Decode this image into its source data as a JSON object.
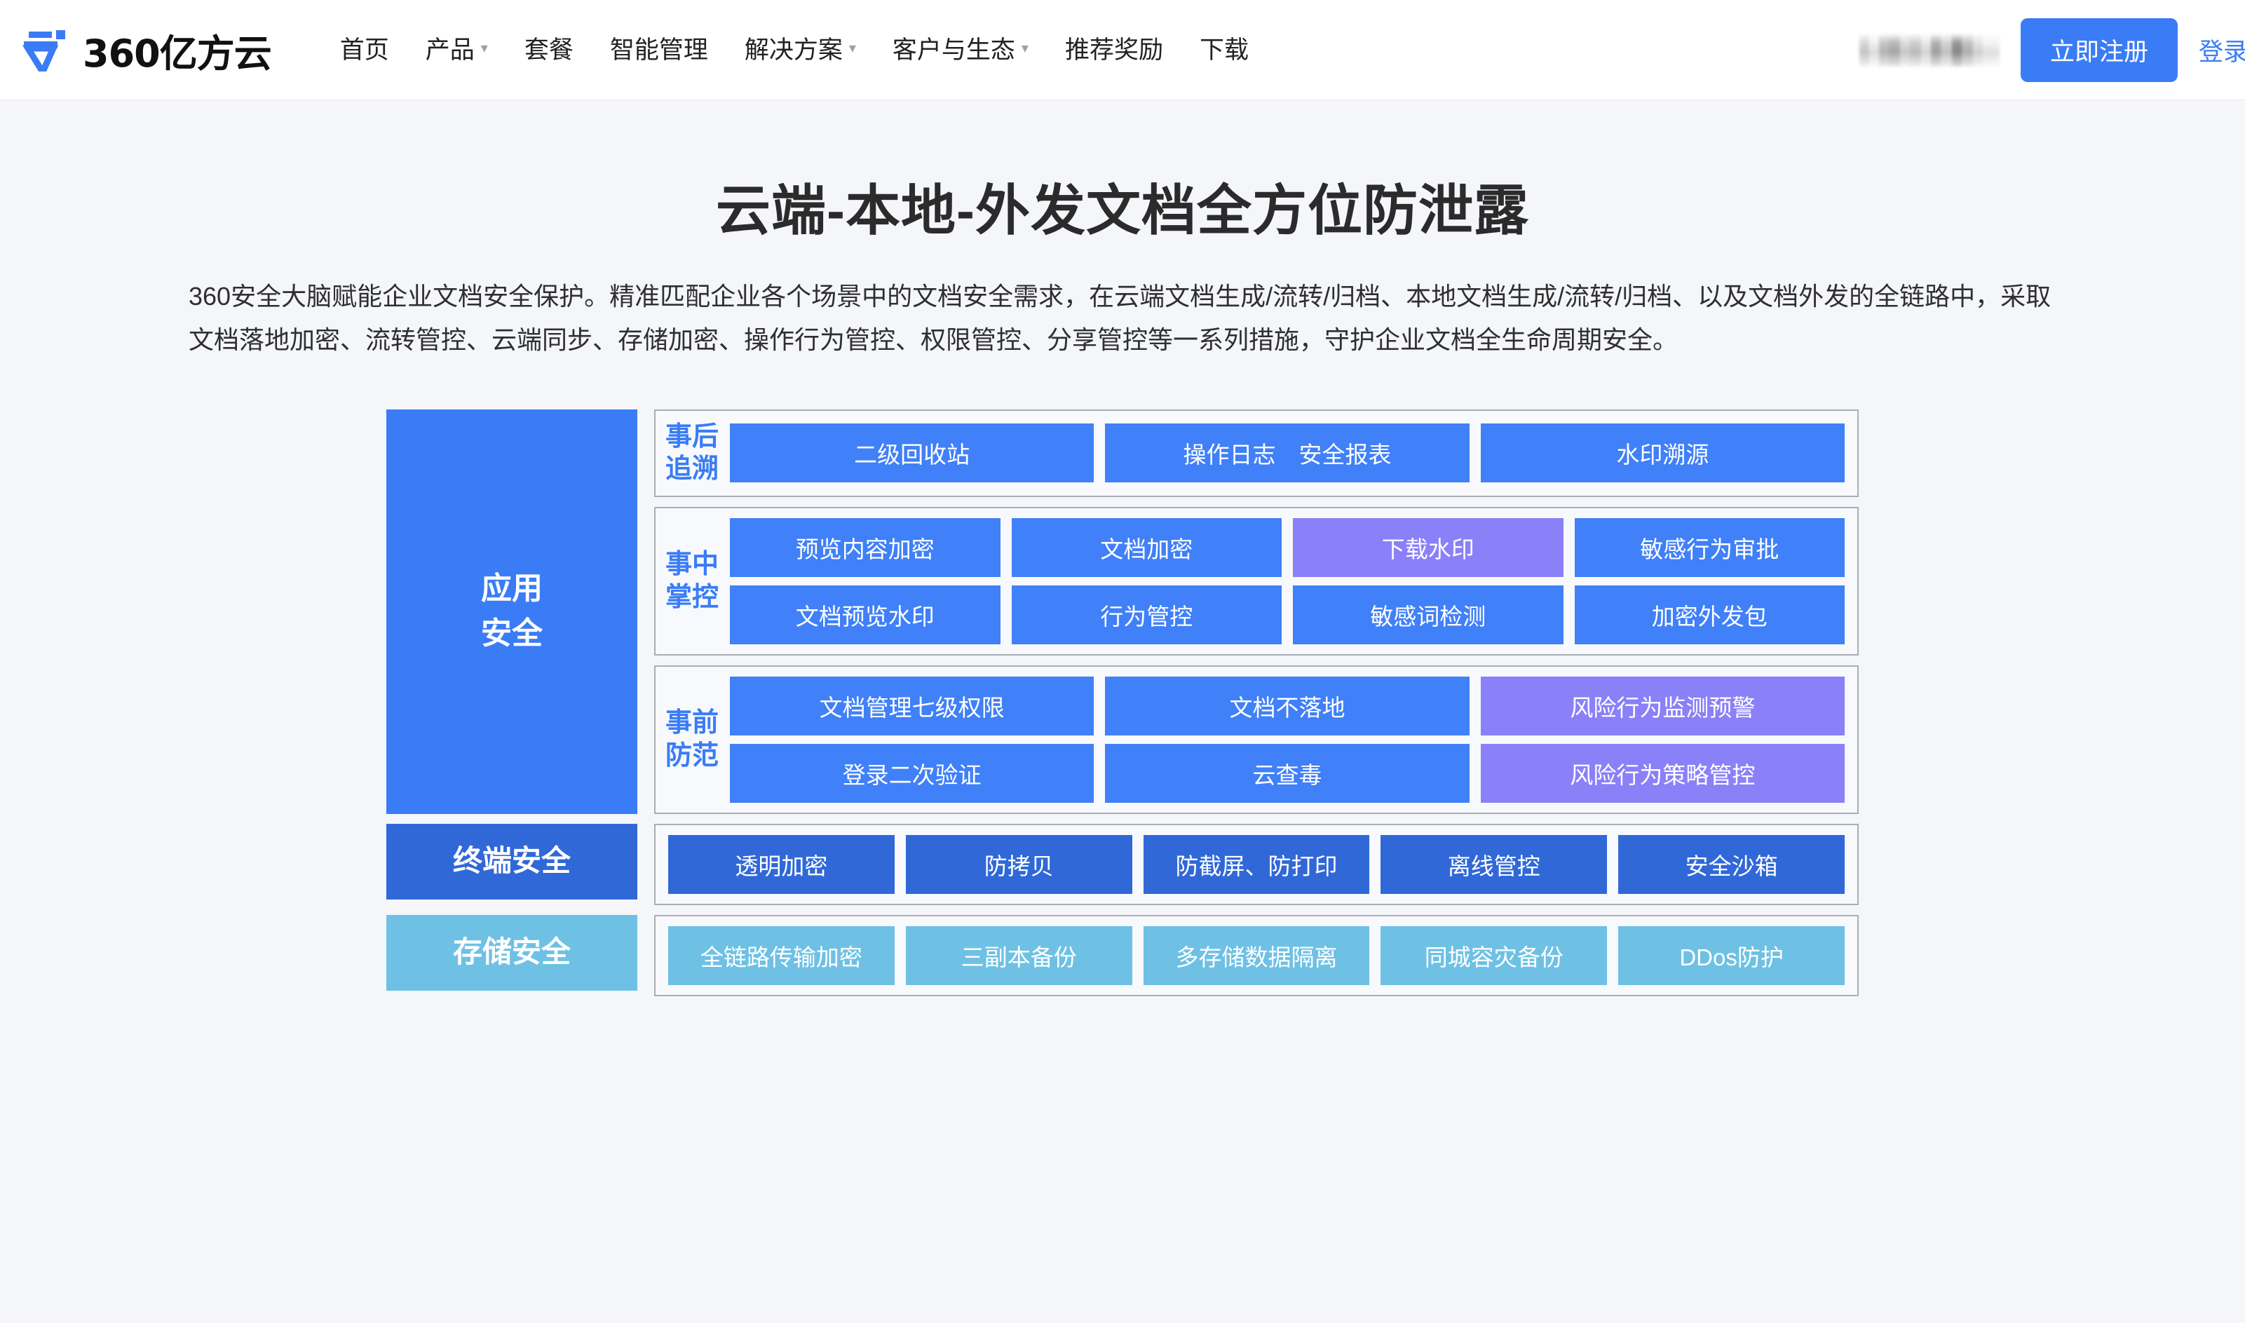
{
  "header": {
    "logo_text": "360亿方云",
    "logo_icon": "yifangyun-pen-logo-icon",
    "nav": [
      {
        "label": "首页",
        "has_caret": false
      },
      {
        "label": "产品",
        "has_caret": true
      },
      {
        "label": "套餐",
        "has_caret": false
      },
      {
        "label": "智能管理",
        "has_caret": false
      },
      {
        "label": "解决方案",
        "has_caret": true
      },
      {
        "label": "客户与生态",
        "has_caret": true
      },
      {
        "label": "推荐奖励",
        "has_caret": false
      },
      {
        "label": "下载",
        "has_caret": false
      }
    ],
    "account_redacted": "",
    "register_label": "立即注册",
    "login_label": "登录"
  },
  "hero": {
    "title": "云端-本地-外发文档全方位防泄露",
    "description": "360安全大脑赋能企业文档安全保护。精准匹配企业各个场景中的文档安全需求，在云端文档生成/流转/归档、本地文档生成/流转/归档、以及文档外发的全链路中，采取文档落地加密、流转管控、云端同步、存储加密、操作行为管控、权限管控、分享管控等一系列措施，守护企业文档全生命周期安全。"
  },
  "diagram": {
    "application_security": {
      "label": "应用\n安全",
      "color": "#3a7cf6",
      "groups": [
        {
          "tag": "事后\n追溯",
          "rows": [
            [
              {
                "label": "二级回收站",
                "color": "blue"
              },
              {
                "label": "操作日志　安全报表",
                "color": "blue"
              },
              {
                "label": "水印溯源",
                "color": "blue"
              }
            ]
          ]
        },
        {
          "tag": "事中\n掌控",
          "rows": [
            [
              {
                "label": "预览内容加密",
                "color": "blue"
              },
              {
                "label": "文档加密",
                "color": "blue"
              },
              {
                "label": "下载水印",
                "color": "purple"
              },
              {
                "label": "敏感行为审批",
                "color": "blue"
              }
            ],
            [
              {
                "label": "文档预览水印",
                "color": "blue"
              },
              {
                "label": "行为管控",
                "color": "blue"
              },
              {
                "label": "敏感词检测",
                "color": "blue"
              },
              {
                "label": "加密外发包",
                "color": "blue"
              }
            ]
          ]
        },
        {
          "tag": "事前\n防范",
          "rows": [
            [
              {
                "label": "文档管理七级权限",
                "color": "blue"
              },
              {
                "label": "文档不落地",
                "color": "blue"
              },
              {
                "label": "风险行为监测预警",
                "color": "purple"
              }
            ],
            [
              {
                "label": "登录二次验证",
                "color": "blue"
              },
              {
                "label": "云查毒",
                "color": "blue"
              },
              {
                "label": "风险行为策略管控",
                "color": "purple"
              }
            ]
          ]
        }
      ]
    },
    "terminal_security": {
      "label": "终端安全",
      "color": "#3068d8",
      "tiles": [
        {
          "label": "透明加密",
          "color": "darkblue"
        },
        {
          "label": "防拷贝",
          "color": "darkblue"
        },
        {
          "label": "防截屏、防打印",
          "color": "darkblue"
        },
        {
          "label": "离线管控",
          "color": "darkblue"
        },
        {
          "label": "安全沙箱",
          "color": "darkblue"
        }
      ]
    },
    "storage_security": {
      "label": "存储安全",
      "color": "#6ec1e4",
      "tiles": [
        {
          "label": "全链路传输加密",
          "color": "lightblue"
        },
        {
          "label": "三副本备份",
          "color": "lightblue"
        },
        {
          "label": "多存储数据隔离",
          "color": "lightblue"
        },
        {
          "label": "同城容灾备份",
          "color": "lightblue"
        },
        {
          "label": "DDos防护",
          "color": "lightblue"
        }
      ]
    }
  }
}
